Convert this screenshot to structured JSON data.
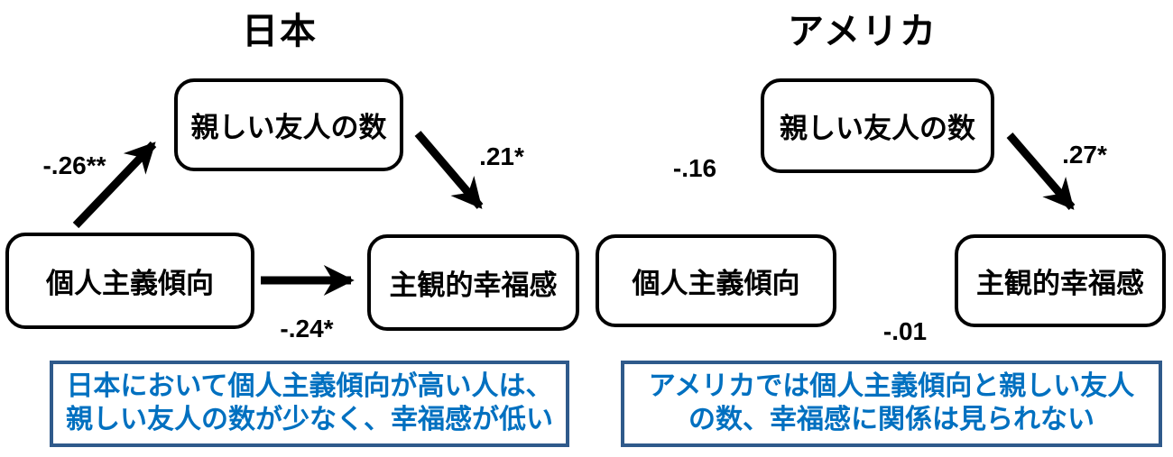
{
  "colors": {
    "diagram": "#000000",
    "caption_text": "#0070c0",
    "caption_border": "#2f5a8b"
  },
  "panels": [
    {
      "title": "日本",
      "nodes": {
        "friends": "親しい友人の数",
        "individualism": "個人主義傾向",
        "wellbeing": "主観的幸福感"
      },
      "coefficients": {
        "individualism_to_friends": "-.26**",
        "friends_to_wellbeing": ".21*",
        "individualism_to_wellbeing": "-.24*"
      },
      "caption": {
        "line1": "日本において個人主義傾向が高い人は、",
        "line2": "親しい友人の数が少なく、幸福感が低い"
      }
    },
    {
      "title": "アメリカ",
      "nodes": {
        "friends": "親しい友人の数",
        "individualism": "個人主義傾向",
        "wellbeing": "主観的幸福感"
      },
      "coefficients": {
        "individualism_to_friends": "-.16",
        "friends_to_wellbeing": ".27*",
        "individualism_to_wellbeing": "-.01"
      },
      "caption": {
        "line1": "アメリカでは個人主義傾向と親しい友人",
        "line2": "の数、幸福感に関係は見られない"
      }
    }
  ]
}
